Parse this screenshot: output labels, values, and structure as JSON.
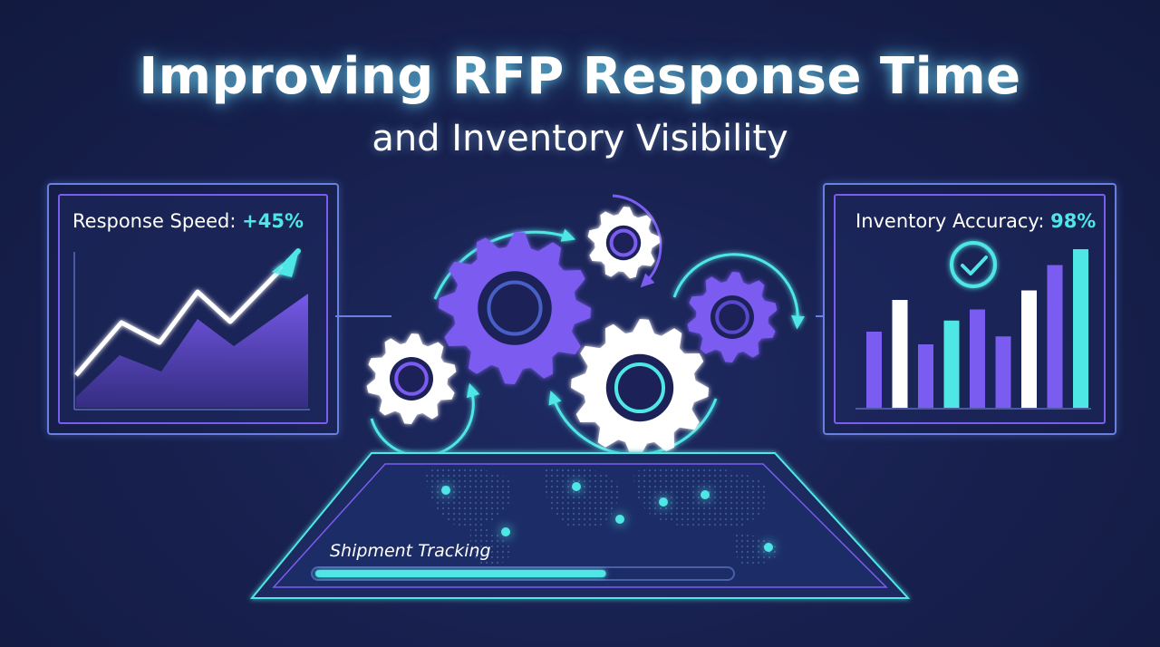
{
  "title": "Improving RFP Response Time",
  "subtitle": "and Inventory Visibility",
  "response_panel": {
    "label": "Response Speed: ",
    "value": "+45%"
  },
  "inventory_panel": {
    "label": "Inventory Accuracy: ",
    "value": "98%",
    "bar_levels": [
      0.48,
      0.68,
      0.4,
      0.55,
      0.62,
      0.45,
      0.74,
      0.9,
      1.0
    ],
    "bar_colors": [
      "#7b5cf0",
      "#ffffff",
      "#7b5cf0",
      "#4fe6e6",
      "#7b5cf0",
      "#7b5cf0",
      "#ffffff",
      "#7b5cf0",
      "#4fe6e6"
    ]
  },
  "tracking": {
    "label": "Shipment Tracking",
    "progress": 0.7
  },
  "colors": {
    "cyan": "#4fe6e6",
    "purple": "#7b5cf0",
    "white": "#ffffff",
    "navy": "#18214f"
  }
}
